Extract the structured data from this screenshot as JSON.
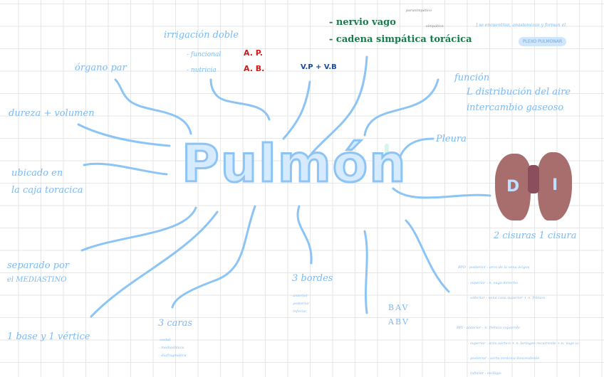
{
  "title": "Pulmón",
  "nodes": {
    "organo_par": "órgano par",
    "irrigacion": "irrigación doble",
    "funcional": "- funcional",
    "ap": "A. P.",
    "nutricia": "- nutricia",
    "ab": "A. B.",
    "vp_vb": "V.P + V.B",
    "nervio_vago": "- nervio vago",
    "parasimpatico": "parasimpático",
    "cadena": "- cadena simpática torácica",
    "simpatico": "simpático",
    "anastomosis": "] se encuentran, anastomizan y forman el",
    "plexo": "PLEXO PULMONAR",
    "funcion": "función",
    "distribucion": "L distribución del aire",
    "intercambio": "intercambio gaseoso",
    "pleura": "Pleura",
    "lung_right": "D",
    "lung_left": "I",
    "cisuras": "2 cisuras   1 cisura",
    "dureza": "dureza + volumen",
    "ubicado1": "ubicado en",
    "ubicado2": "la caja toracica",
    "separado1": "separado por",
    "separado2": "el MEDIASTINO",
    "base": "1 base y 1 vértice",
    "caras": "3 caras",
    "caras_items": [
      "- costal",
      "- mediastínica",
      "- diafragmática"
    ],
    "bordes": "3 bordes",
    "bordes_items": [
      "- anterior",
      "- posterior",
      "- inferior"
    ],
    "bav": "BAV",
    "abv": "ABV",
    "notes": [
      "BPD - posterior : arco de la vena ácigos",
      "· superior : n. vago derecho",
      "· anterior : vena cava superior + n. frénico",
      "BPI - anterior : n. frénico izquierdo",
      "· superior : arco aórtico + n. laríngeo recurrente + n. vago iz.",
      "· posterior : aorta torácica descendente",
      "· inferior : esófago"
    ]
  },
  "colors": {
    "ink": "#7cb9f2",
    "green": "#1b7a4c",
    "red": "#d11a1a",
    "navy": "#1a4a9a"
  }
}
